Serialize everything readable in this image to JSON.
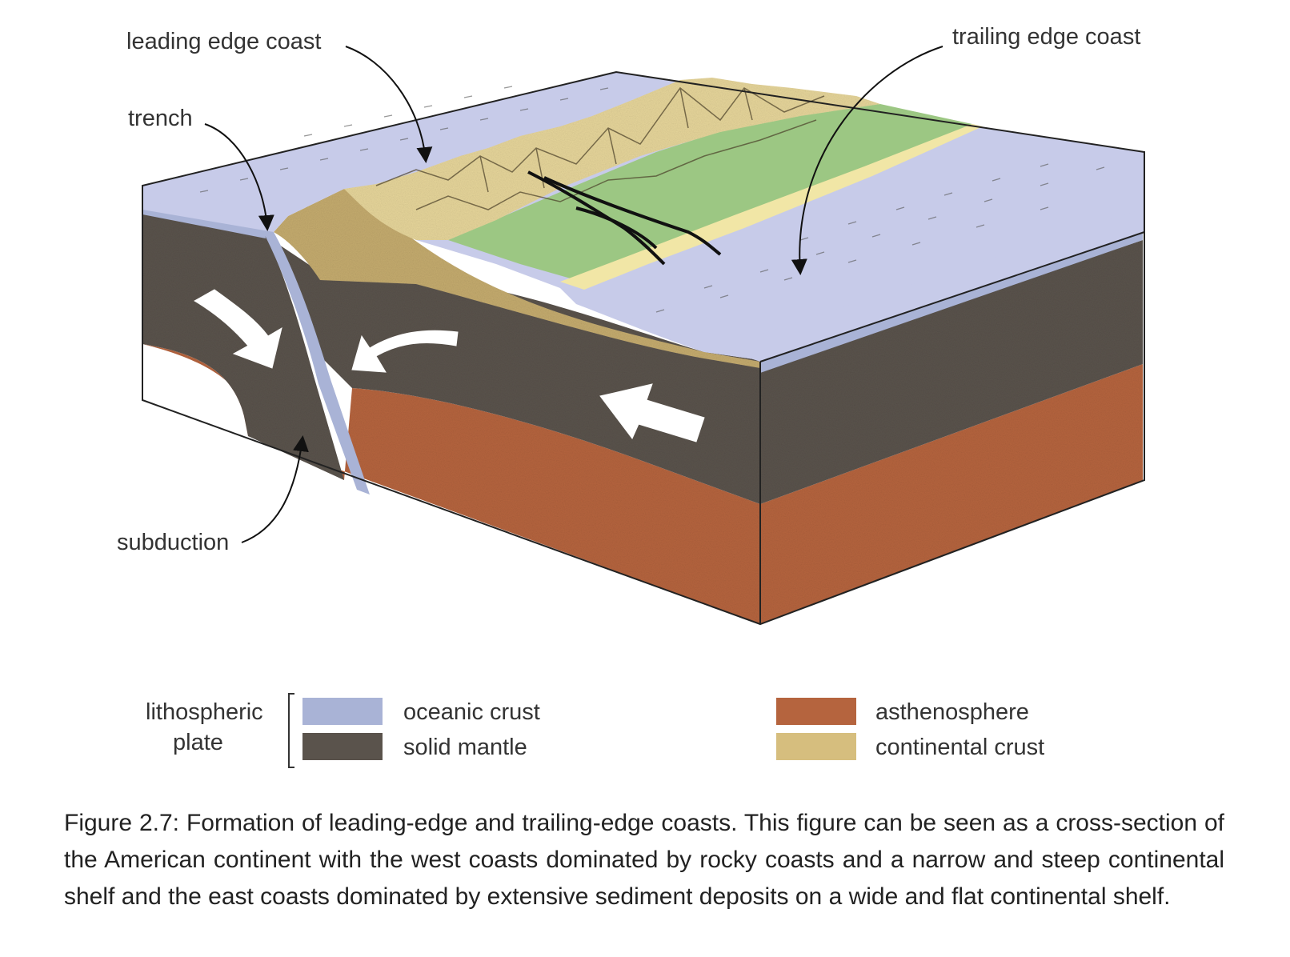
{
  "labels": {
    "leading_edge_coast": "leading edge coast",
    "trailing_edge_coast": "trailing edge coast",
    "trench": "trench",
    "subduction": "subduction"
  },
  "legend": {
    "group_label_line1": "lithospheric",
    "group_label_line2": "plate",
    "items": [
      {
        "label": "oceanic crust",
        "color": "#a9b3d6"
      },
      {
        "label": "solid mantle",
        "color": "#5a534c"
      },
      {
        "label": "asthenosphere",
        "color": "#b5643e"
      },
      {
        "label": "continental crust",
        "color": "#d6be7e"
      }
    ]
  },
  "colors": {
    "ocean": "#c7cbe9",
    "oceanic_crust": "#a9b3d6",
    "mantle": "#5a534c",
    "asthenosphere": "#b5643e",
    "continental_crust": "#c4ab6e",
    "mountains": "#e6d59a",
    "lowland": "#9cc783",
    "beach": "#f1e6a6"
  },
  "caption": "Figure 2.7: Formation of leading-edge and trailing-edge coasts. This figure can be seen as a cross-section of the American continent with the west coasts dominated by rocky coasts and a narrow and steep continental shelf and the east coasts dominated by extensive sediment deposits on a wide and flat continental shelf."
}
